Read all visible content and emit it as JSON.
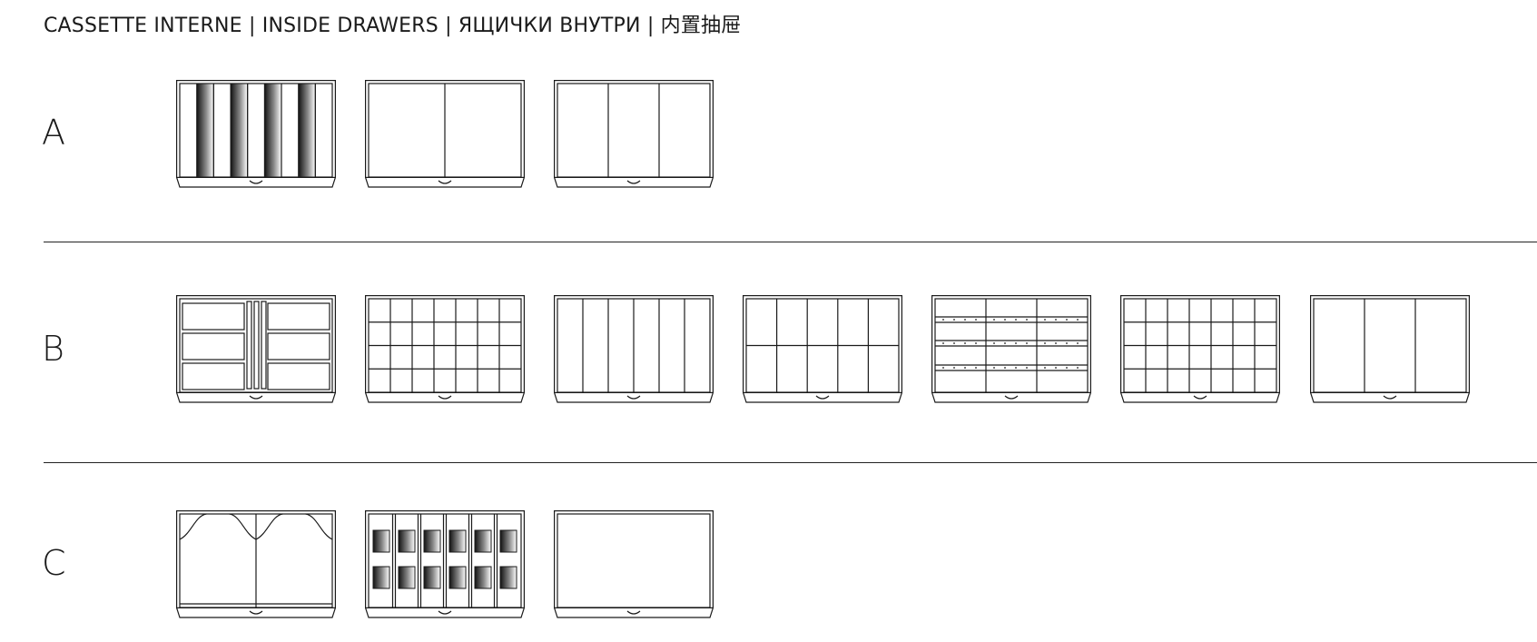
{
  "title": "CASSETTE INTERNE | INSIDE DRAWERS | ЯЩИЧКИ ВНУТРИ | 内置抽屉",
  "colors": {
    "line": "#1a1a1a",
    "background": "#ffffff"
  },
  "rows": [
    {
      "label": "A",
      "drawers": [
        "vertical-shaded-dividers",
        "two-compartments",
        "three-compartments"
      ]
    },
    {
      "label": "B",
      "drawers": [
        "six-trays-center-dividers",
        "grid-7x4",
        "six-vertical-slots",
        "five-by-two-grid",
        "three-by-four-pegs",
        "grid-7x4-b",
        "three-compartments"
      ]
    },
    {
      "label": "C",
      "drawers": [
        "two-curved-hangers",
        "six-by-two-shaded-cells",
        "empty"
      ]
    }
  ]
}
